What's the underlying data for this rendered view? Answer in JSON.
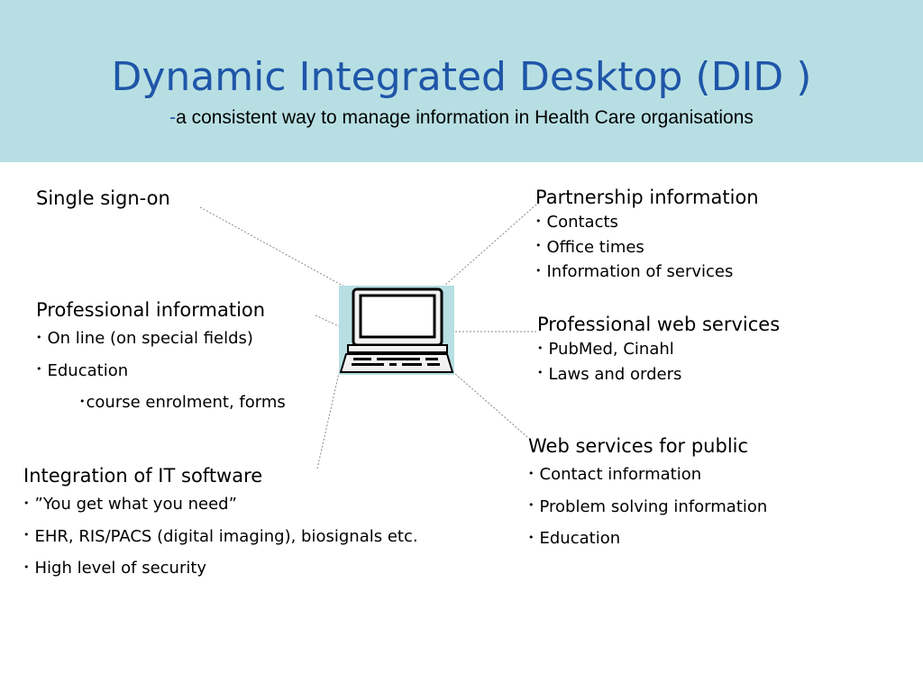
{
  "header": {
    "title": "Dynamic Integrated Desktop (DID )",
    "subtitle_dash": "-",
    "subtitle": "a consistent way to manage information in Health Care organisations"
  },
  "colors": {
    "header_bg": "#b7dfe3",
    "title": "#1f56a8",
    "connector": "#888888"
  },
  "icons": {
    "center": "desktop-computer-icon"
  },
  "single_sign_on": {
    "heading": "Single sign-on"
  },
  "professional_info": {
    "heading": "Professional information",
    "items": [
      "On line (on special fields)",
      "Education"
    ],
    "sub_items": [
      "course enrolment, forms"
    ]
  },
  "integration": {
    "heading": "Integration of IT software",
    "items": [
      "”You get what you need”",
      "EHR, RIS/PACS (digital imaging), biosignals etc.",
      "High level of security"
    ]
  },
  "partnership": {
    "heading": "Partnership information",
    "items": [
      "Contacts",
      "Office times",
      "Information of services"
    ]
  },
  "prof_web": {
    "heading": "Professional web services",
    "items": [
      "PubMed, Cinahl",
      "Laws and orders"
    ]
  },
  "public_web": {
    "heading": "Web services for public",
    "items": [
      "Contact information",
      "Problem solving information",
      "Education"
    ]
  },
  "bullet": "•"
}
